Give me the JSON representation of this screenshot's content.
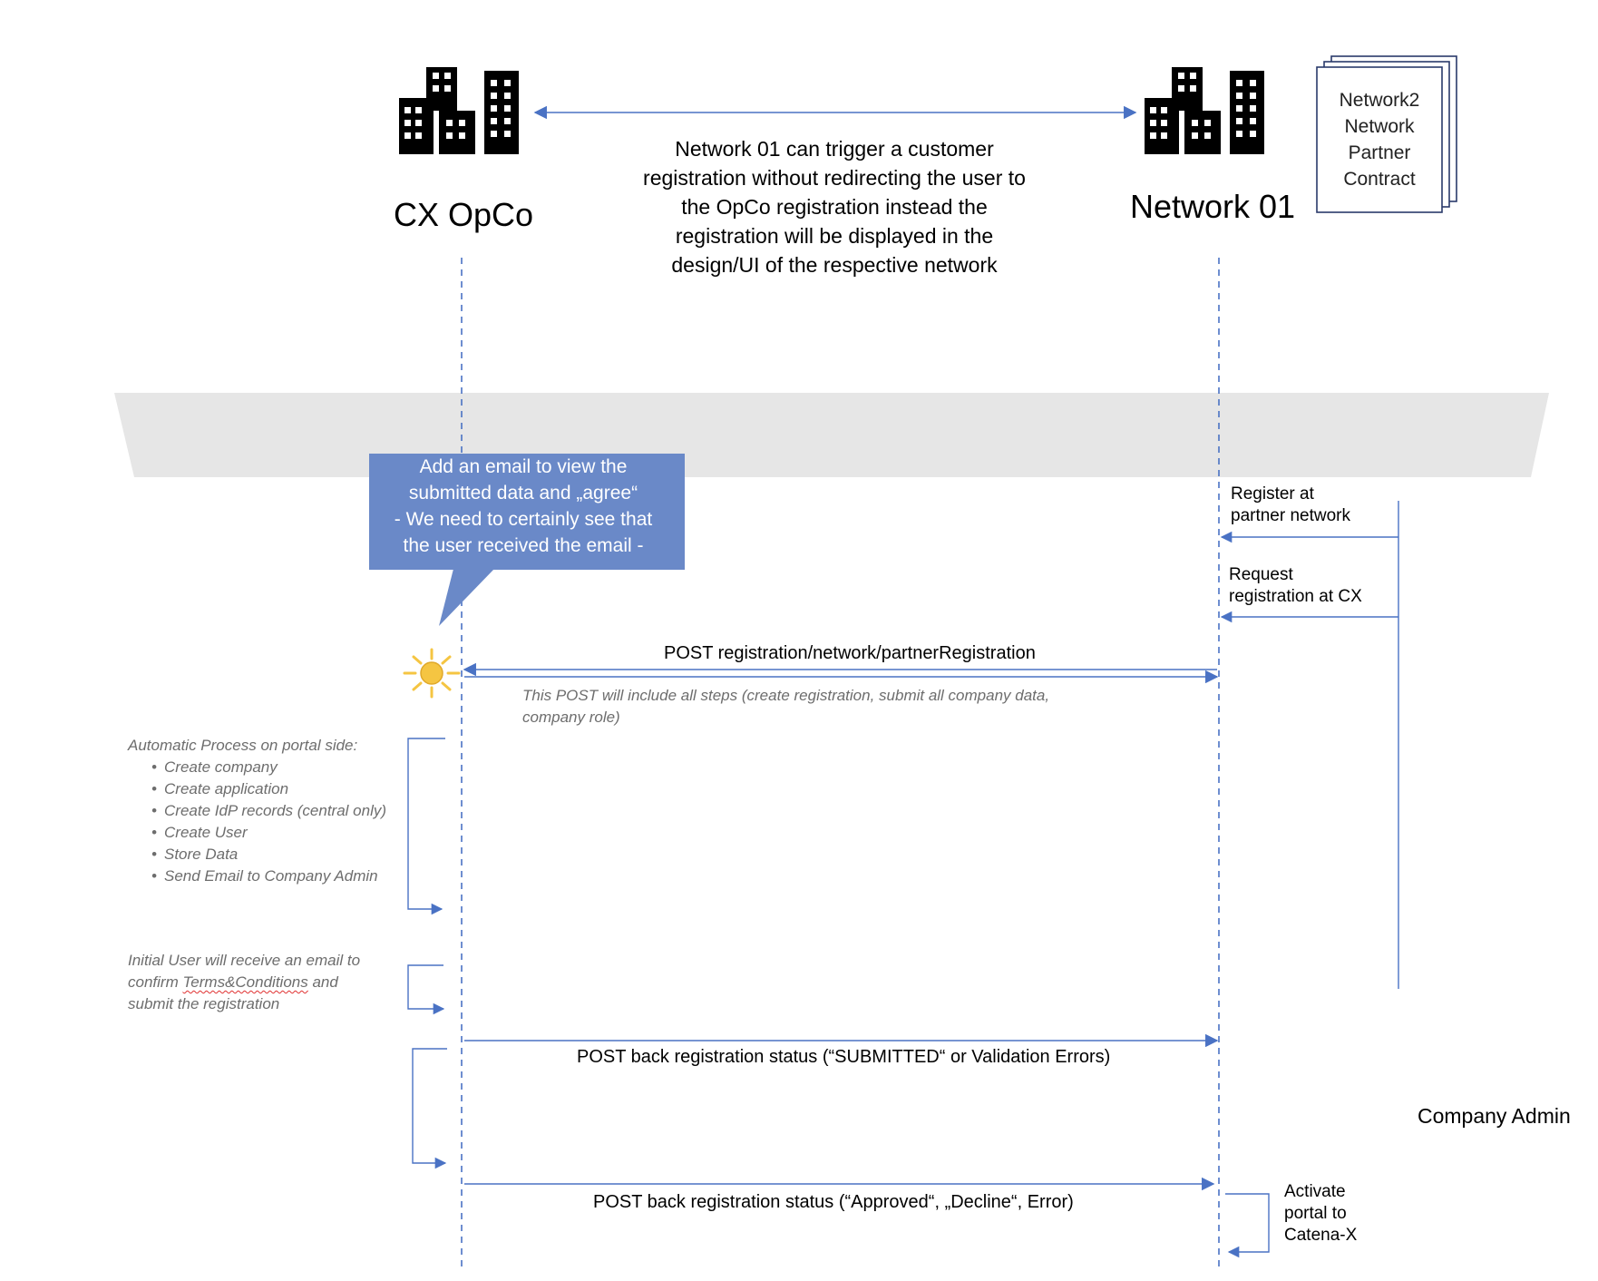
{
  "actors": {
    "left": {
      "label": "CX OpCo",
      "icon": "buildings-icon"
    },
    "right": {
      "label": "Network 01",
      "icon": "buildings-icon"
    }
  },
  "top_description": [
    "Network 01 can trigger a customer",
    "registration without redirecting the user to",
    "the OpCo registration instead the",
    "registration will be displayed in the",
    "design/UI of the respective network"
  ],
  "contract_doc": {
    "lines": [
      "Network2",
      "Network",
      "Partner",
      "Contract"
    ],
    "icon": "document-stack-icon"
  },
  "callout": {
    "lines": [
      "Add an email to view the",
      "submitted data and „agree“",
      "- We need to certainly see that",
      "the user received the email -"
    ],
    "color": "#6a89c8"
  },
  "right_notes": {
    "register": [
      "Register at",
      "partner network"
    ],
    "request": [
      "Request",
      "registration at CX"
    ]
  },
  "messages": {
    "post_partner": "POST registration/network/partnerRegistration",
    "post_note": [
      "This POST will include all steps (create registration, submit all company data,",
      "company role)"
    ],
    "post_submitted": "POST back registration status (“SUBMITTED“ or Validation Errors)",
    "post_approved": "POST back registration status (“Approved“, „Decline“, Error)"
  },
  "automatic_process": {
    "title": "Automatic Process on portal side:",
    "items": [
      "Create company",
      "Create application",
      "Create IdP records (central only)",
      "Create User",
      "Store Data",
      "Send Email to Company Admin"
    ]
  },
  "initial_user_note": {
    "part1": "Initial User will receive an email to",
    "part2a": "confirm ",
    "part2b": "Terms&Conditions",
    "part2c": " and",
    "part3": "submit the registration"
  },
  "company_admin": "Company Admin",
  "activate_note": [
    "Activate",
    "portal to",
    "Catena-X"
  ],
  "colors": {
    "lifeline": "#4a72c4",
    "arrow": "#4a72c4",
    "band": "#e6e6e6",
    "sun": "#f5c542"
  }
}
